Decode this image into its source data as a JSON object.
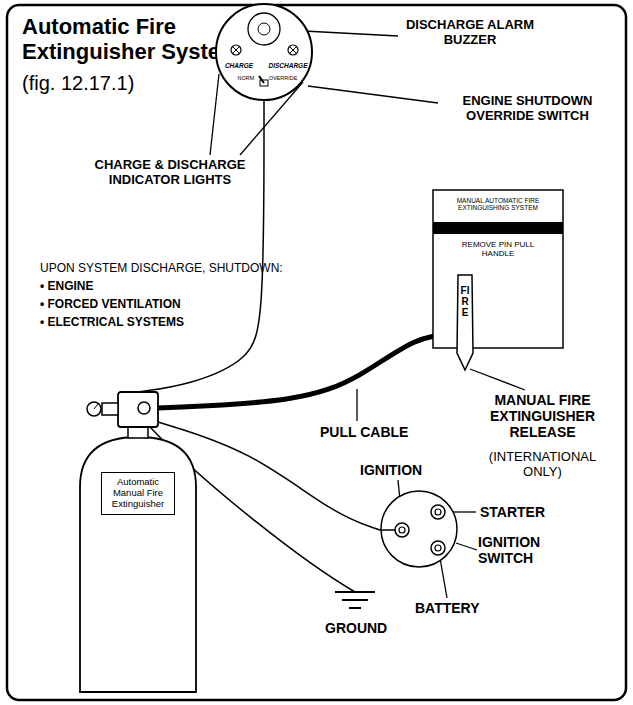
{
  "diagram": {
    "title": "Automatic Fire Extinguisher System",
    "nodes": [
      {
        "text": [
          "CHARGE",
          "DISCHARGE",
          "NORM",
          "OVERRIDE"
        ]
      },
      {
        "text": [
          "MANUAL AUTOMATIC FIRE EXTINGUISHING SYSTEM",
          "REMOVE PIN PULL HANDLE"
        ]
      },
      {
        "text": [
          "FIRE"
        ],
        "in": 1
      },
      {
        "text": [
          "Automatic Manual Fire Extinguisher"
        ]
      },
      {
        "text": [
          "IGNITION SWITCH"
        ]
      }
    ],
    "edges": [
      {
        "from": 0,
        "to": 3,
        "arrow": "none"
      },
      {
        "from": 2,
        "to": 3,
        "arrow": "none",
        "label": "PULL CABLE"
      },
      {
        "from": 3,
        "to": 4,
        "arrow": "none"
      }
    ],
    "labels": [
      "(fig. 12.17.1)",
      "DISCHARGE ALARM BUZZER",
      "ENGINE SHUTDOWN OVERRIDE SWITCH",
      "CHARGE & DISCHARGE INDICATOR LIGHTS",
      "UPON SYSTEM DISCHARGE, SHUTDOWN:",
      "• ENGINE",
      "• FORCED VENTILATION",
      "• ELECTRICAL SYSTEMS",
      "MANUAL FIRE EXTINGUISHER RELEASE",
      "(INTERNATIONAL ONLY)",
      "IGNITION",
      "STARTER",
      "BATTERY",
      "GROUND"
    ]
  }
}
